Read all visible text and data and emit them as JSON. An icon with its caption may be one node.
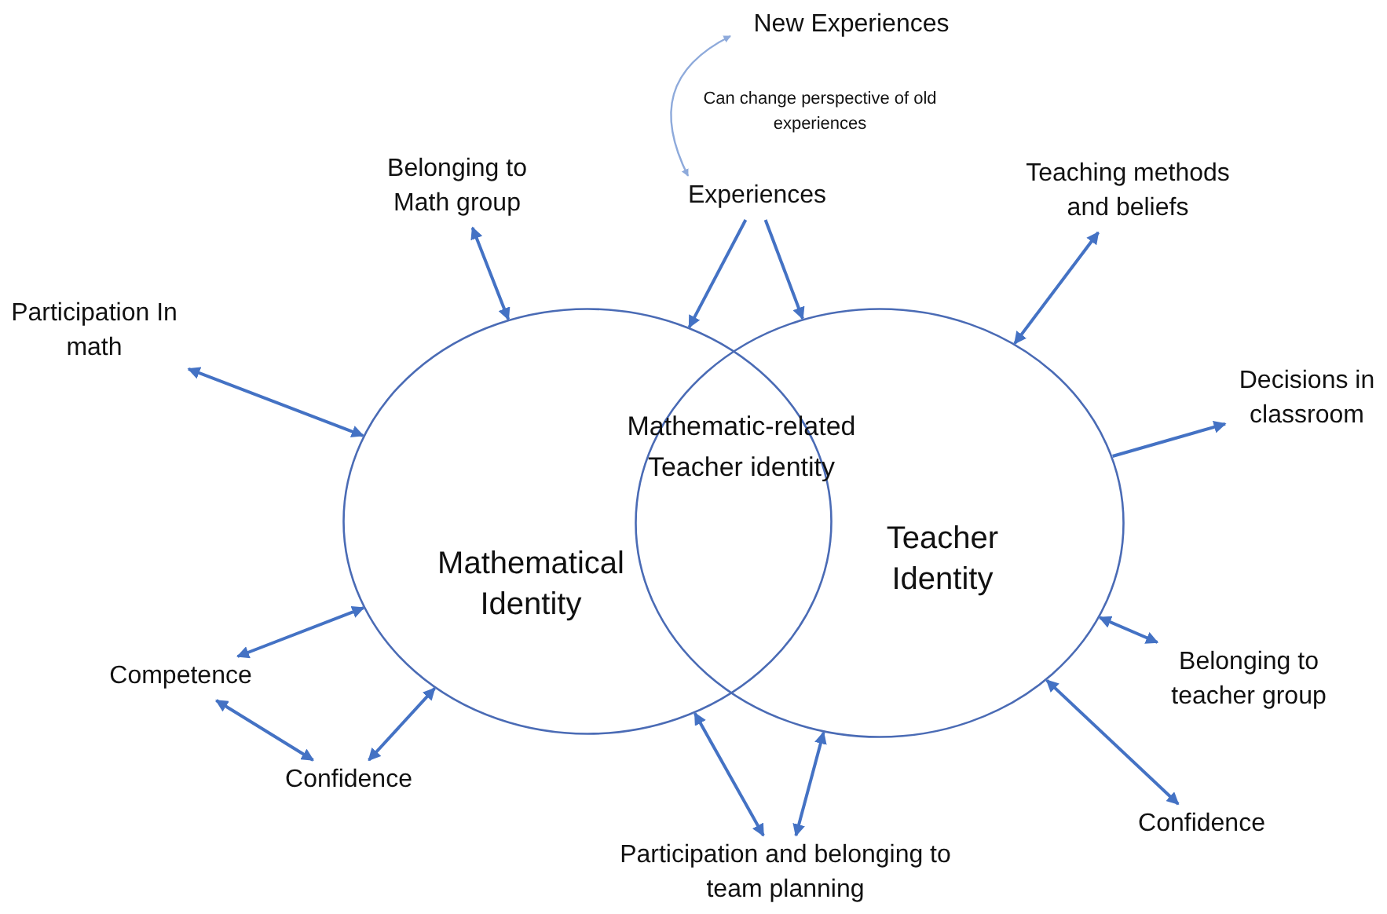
{
  "diagram": {
    "nodes": [
      {
        "text": [
          "Mathematical Identity"
        ]
      },
      {
        "text": [
          "Teacher Identity"
        ]
      },
      {
        "text": [
          "New Experiences"
        ]
      },
      {
        "text": [
          "Experiences"
        ]
      },
      {
        "text": [
          "Belonging to Math group"
        ]
      },
      {
        "text": [
          "Participation In math"
        ]
      },
      {
        "text": [
          "Competence"
        ]
      },
      {
        "text": [
          "Confidence"
        ]
      },
      {
        "text": [
          "Participation and belonging to team planning"
        ]
      },
      {
        "text": [
          "Teaching methods and beliefs"
        ]
      },
      {
        "text": [
          "Decisions in classroom"
        ]
      },
      {
        "text": [
          "Belonging to teacher group"
        ]
      },
      {
        "text": [
          "Confidence"
        ]
      }
    ],
    "edges": [
      {
        "from": 2,
        "to": 3,
        "arrow": "both",
        "label": "Can change perspective of old experiences",
        "color": "#8eaadb"
      },
      {
        "from": 3,
        "to": 0,
        "arrow": "to"
      },
      {
        "from": 3,
        "to": 1,
        "arrow": "to"
      },
      {
        "from": 4,
        "to": 0,
        "arrow": "both"
      },
      {
        "from": 5,
        "to": 0,
        "arrow": "both"
      },
      {
        "from": 6,
        "to": 0,
        "arrow": "both"
      },
      {
        "from": 6,
        "to": 7,
        "arrow": "both"
      },
      {
        "from": 7,
        "to": 0,
        "arrow": "both"
      },
      {
        "from": 8,
        "to": 0,
        "arrow": "both"
      },
      {
        "from": 8,
        "to": 1,
        "arrow": "both"
      },
      {
        "from": 9,
        "to": 1,
        "arrow": "both"
      },
      {
        "from": 1,
        "to": 10,
        "arrow": "to"
      },
      {
        "from": 11,
        "to": 1,
        "arrow": "both"
      },
      {
        "from": 12,
        "to": 1,
        "arrow": "both"
      }
    ],
    "labels": [
      "Mathematic-related Teacher identity"
    ]
  }
}
